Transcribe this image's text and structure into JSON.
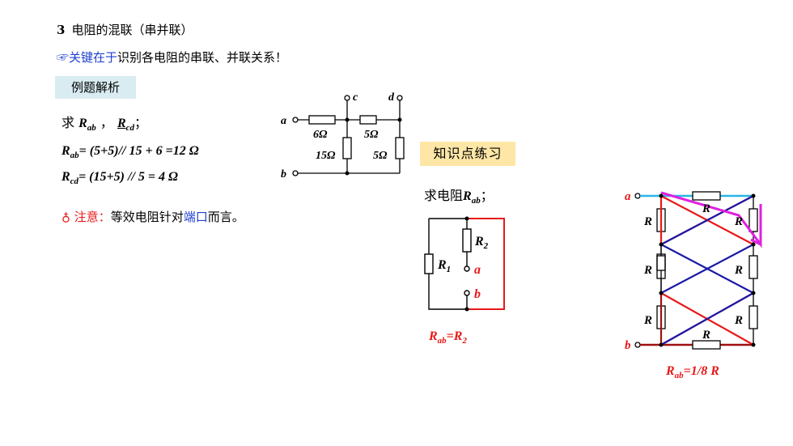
{
  "section": {
    "number": "3",
    "title": "电阻的混联（串并联）"
  },
  "key_point": {
    "icon": "☞",
    "highlight": "关键在于",
    "rest": "识别各电阻的串联、并联关系！"
  },
  "example_tag": "例题解析",
  "question1": {
    "prefix": "求 ",
    "r1": "R",
    "r1sub": "ab",
    "sep": " ， ",
    "r2": "R",
    "r2sub": "cd",
    "end": "；"
  },
  "formula1": {
    "lhs": "R",
    "sub": "ab",
    "rhs": "= (5+5)// 15 + 6 =12 Ω"
  },
  "formula2": {
    "lhs": "R",
    "sub": "cd",
    "rhs": "= (15+5) // 5 = 4 Ω"
  },
  "note": {
    "icon": "♁",
    "label": "注意：",
    "text1": "等效电阻针对",
    "highlight": "端口",
    "text2": "而言。"
  },
  "circuit1": {
    "node_a": "a",
    "node_b": "b",
    "node_c": "c",
    "node_d": "d",
    "r_6": "6Ω",
    "r_5_top": "5Ω",
    "r_15": "15Ω",
    "r_5_right": "5Ω"
  },
  "practice_tag": "知识点练习",
  "question2": {
    "prefix": "求电阻",
    "r": "R",
    "sub": "ab",
    "end": "；"
  },
  "circuit2": {
    "r1": "R",
    "r1sub": "1",
    "r2": "R",
    "r2sub": "2",
    "node_a": "a",
    "node_b": "b",
    "result_lhs": "R",
    "result_sub": "ab",
    "result_rhs": "=R",
    "result_rsub": "2"
  },
  "circuit3": {
    "node_a": "a",
    "node_b": "b",
    "resistor_label": "R",
    "result_lhs": "R",
    "result_sub": "ab",
    "result_rhs": "=1/8 R"
  },
  "colors": {
    "blue_text": "#1f3fd0",
    "red_text": "#e81818",
    "magenta": "#e020e0",
    "cyan": "#29b6e8",
    "navy": "#1a1aa8"
  }
}
